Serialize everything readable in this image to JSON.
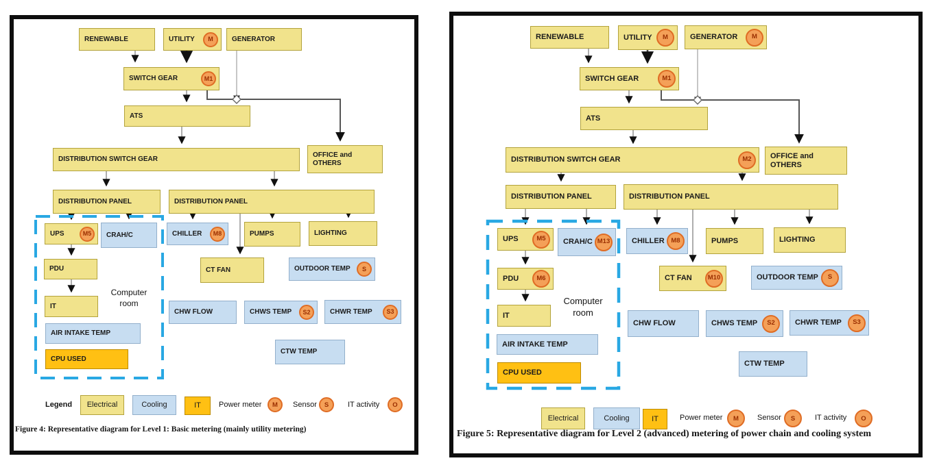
{
  "colors": {
    "electrical_fill": "#F1E38C",
    "cooling_fill": "#C7DDF1",
    "it_fill": "#FFC013",
    "meter_fill": "#F4A058",
    "meter_border": "#DF6C24",
    "computer_room_dash": "#29A8E3",
    "panel_border": "#0e0e0e"
  },
  "fig4": {
    "caption": "Figure 4: Representative diagram for Level 1: Basic metering (mainly utility metering)",
    "computer_room": "Computer room",
    "nodes": {
      "renewable": "RENEWABLE",
      "utility": "UTILITY",
      "utility_meter": "M",
      "generator": "GENERATOR",
      "switch_gear": "SWITCH GEAR",
      "switch_gear_meter": "M1",
      "ats": "ATS",
      "dist_switch_gear": "DISTRIBUTION SWITCH GEAR",
      "office": "OFFICE and OTHERS",
      "dist_panel_left": "DISTRIBUTION PANEL",
      "dist_panel_right": "DISTRIBUTION PANEL",
      "ups": "UPS",
      "ups_meter": "M5",
      "crahc": "CRAH/C",
      "chiller": "CHILLER",
      "chiller_meter": "M8",
      "pumps": "PUMPS",
      "lighting": "LIGHTING",
      "ct_fan": "CT FAN",
      "outdoor_temp": "OUTDOOR TEMP",
      "outdoor_temp_sensor": "S",
      "pdu": "PDU",
      "it": "IT",
      "air_intake_temp": "AIR INTAKE TEMP",
      "cpu_used": "CPU USED",
      "chw_flow": "CHW FLOW",
      "chws_temp": "CHWS TEMP",
      "chws_temp_sensor": "S2",
      "chwr_temp": "CHWR TEMP",
      "chwr_temp_sensor": "S3",
      "ctw_temp": "CTW TEMP"
    },
    "legend": {
      "title": "Legend",
      "electrical": "Electrical",
      "cooling": "Cooling",
      "it": "IT",
      "power_meter": "Power meter",
      "power_meter_symbol": "M",
      "sensor": "Sensor",
      "sensor_symbol": "S",
      "it_activity": "IT activity",
      "it_activity_symbol": "O"
    }
  },
  "fig5": {
    "caption": "Figure 5: Representative diagram for Level 2 (advanced) metering of power chain and cooling system",
    "computer_room": "Computer room",
    "nodes": {
      "renewable": "RENEWABLE",
      "utility": "UTILITY",
      "utility_meter": "M",
      "generator": "GENERATOR",
      "generator_meter": "M",
      "switch_gear": "SWITCH GEAR",
      "switch_gear_meter": "M1",
      "ats": "ATS",
      "dist_switch_gear": "DISTRIBUTION SWITCH GEAR",
      "dist_switch_gear_meter": "M2",
      "office": "OFFICE and OTHERS",
      "dist_panel_left": "DISTRIBUTION PANEL",
      "dist_panel_right": "DISTRIBUTION PANEL",
      "ups": "UPS",
      "ups_meter": "M5",
      "crahc": "CRAH/C",
      "crahc_meter": "M13",
      "chiller": "CHILLER",
      "chiller_meter": "M8",
      "pumps": "PUMPS",
      "lighting": "LIGHTING",
      "ct_fan": "CT FAN",
      "ct_fan_meter": "M10",
      "outdoor_temp": "OUTDOOR TEMP",
      "outdoor_temp_sensor": "S",
      "pdu": "PDU",
      "pdu_meter": "M6",
      "it": "IT",
      "air_intake_temp": "AIR INTAKE TEMP",
      "cpu_used": "CPU USED",
      "chw_flow": "CHW FLOW",
      "chws_temp": "CHWS TEMP",
      "chws_temp_sensor": "S2",
      "chwr_temp": "CHWR TEMP",
      "chwr_temp_sensor": "S3",
      "ctw_temp": "CTW TEMP"
    },
    "legend": {
      "electrical": "Electrical",
      "cooling": "Cooling",
      "it": "IT",
      "power_meter": "Power meter",
      "power_meter_symbol": "M",
      "sensor": "Sensor",
      "sensor_symbol": "S",
      "it_activity": "IT activity",
      "it_activity_symbol": "O"
    }
  }
}
